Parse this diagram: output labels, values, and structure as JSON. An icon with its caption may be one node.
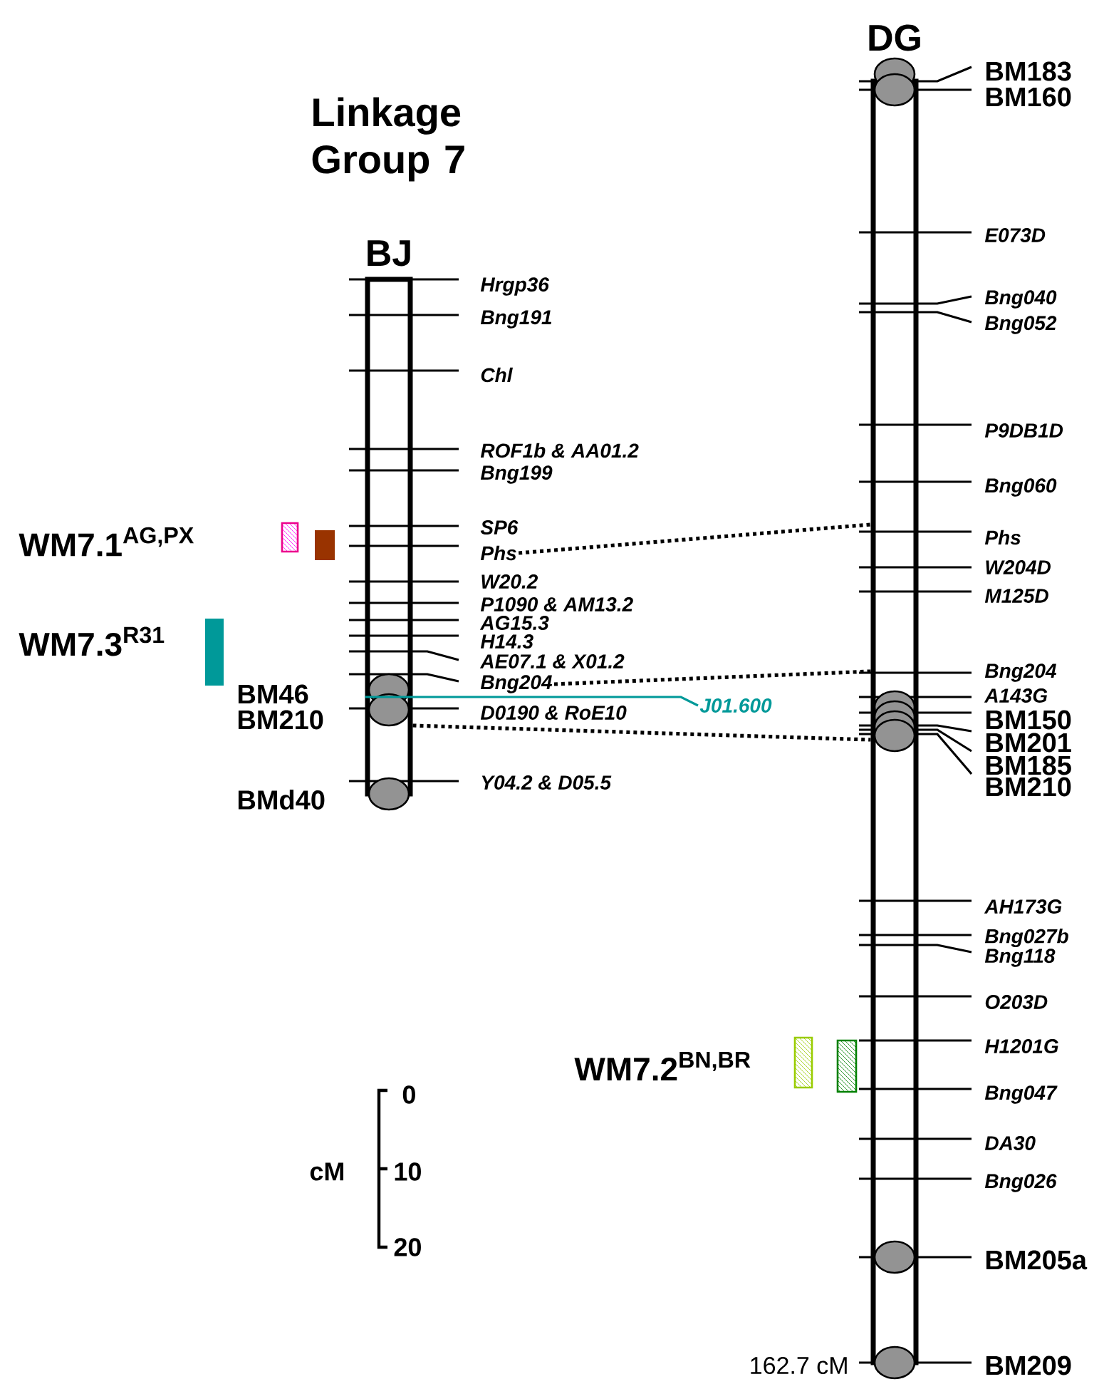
{
  "diagram": {
    "title": "Linkage Group 7",
    "nodes": [
      {
        "text": [
          "BJ"
        ]
      },
      {
        "text": [
          "Phs"
        ]
      },
      {
        "text": [
          "Bng204"
        ]
      },
      {
        "text": [
          "J01.600"
        ]
      },
      {
        "text": [
          "DG"
        ]
      }
    ],
    "edges": [
      {
        "from": 1,
        "to": 4,
        "arrow": "none",
        "style": "dashed"
      },
      {
        "from": 2,
        "to": 4,
        "arrow": "none",
        "style": "dashed"
      },
      {
        "from": 0,
        "to": 4,
        "arrow": "none",
        "style": "dashed"
      },
      {
        "from": 3,
        "to": 0,
        "arrow": "none",
        "color": "#009999"
      }
    ],
    "labels": [
      "Hrgp36",
      "Bng191",
      "Chl",
      "ROF1b & AA01.2",
      "Bng199",
      "SP6",
      "W20.2",
      "P1090 & AM13.2",
      "AG15.3",
      "H14.3",
      "AE07.1 & X01.2",
      "D0190 & RoE10",
      "Y04.2 & D05.5",
      "BM46",
      "BM210",
      "BMd40",
      "WM7.1$^{AG,PX}$",
      "WM7.3$^{R31}$",
      "WM7.2$^{BN,BR}$",
      "BM183",
      "BM160",
      "E073D",
      "Bng040",
      "Bng052",
      "P9DB1D",
      "Bng060",
      "Phs",
      "W204D",
      "M125D",
      "Bng204",
      "A143G",
      "BM150",
      "BM201",
      "BM185",
      "BM210",
      "AH173G",
      "Bng027b",
      "Bng118",
      "O203D",
      "H1201G",
      "Bng047",
      "DA30",
      "Bng026",
      "BM205a",
      "BM209",
      "162.7 cM",
      "cM",
      "0",
      "10",
      "20"
    ]
  }
}
